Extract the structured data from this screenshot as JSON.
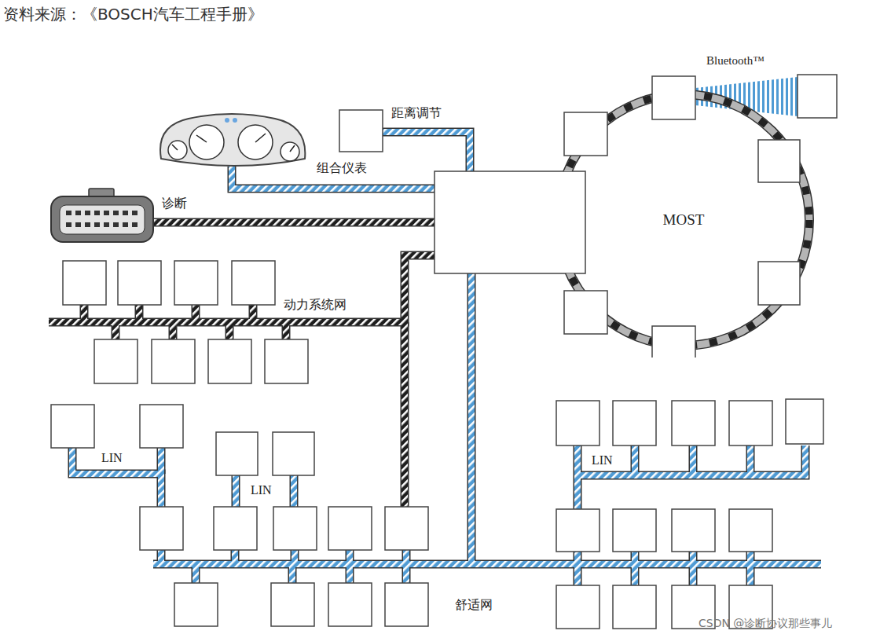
{
  "diagram": {
    "title": "资料来源：《BOSCH汽车工程手册》",
    "nodes": [
      {
        "text": [
          "MOST"
        ]
      }
    ],
    "labels": [
      "Bluetooth™",
      "距离调节",
      "组合仪表",
      "诊断",
      "动力系统网",
      "LIN",
      "LIN",
      "LIN",
      "舒适网",
      "CSDN @诊断协议那些事儿"
    ]
  }
}
